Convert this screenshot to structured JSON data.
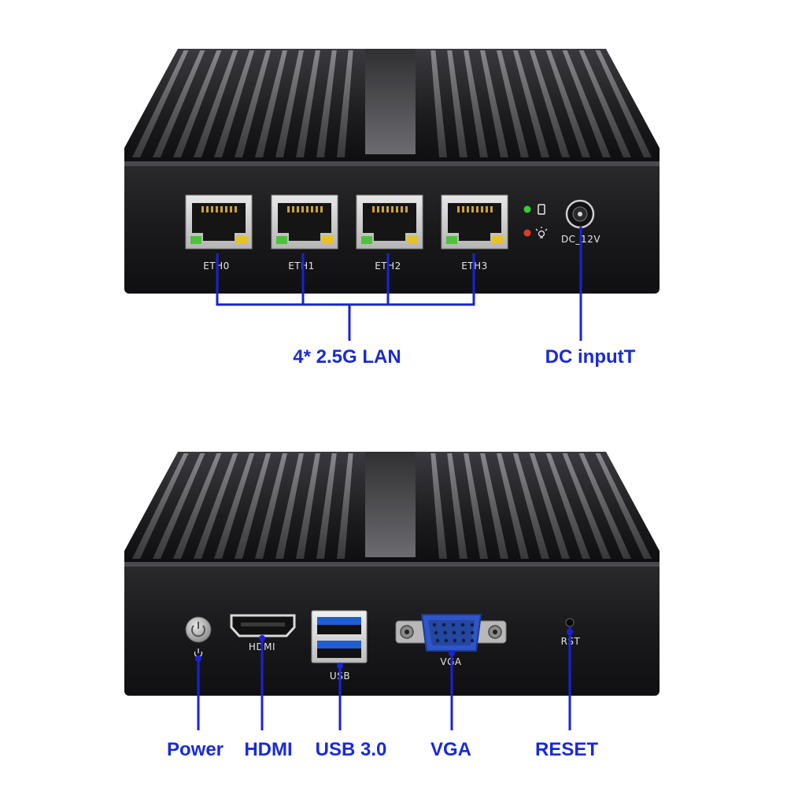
{
  "top_view": {
    "ports": [
      {
        "name": "eth0",
        "label": "ETH0"
      },
      {
        "name": "eth1",
        "label": "ETH1"
      },
      {
        "name": "eth2",
        "label": "ETH2"
      },
      {
        "name": "eth3",
        "label": "ETH3"
      }
    ],
    "dc_port_label": "DC_12V",
    "callouts": {
      "lan": "4* 2.5G LAN",
      "dc": "DC inputT"
    },
    "led_colors": {
      "power_led": "#39c93c",
      "activity_led": "#e03a2d"
    }
  },
  "bottom_view": {
    "port_labels": {
      "hdmi": "HDMI",
      "usb": "USB",
      "vga": "VGA",
      "reset": "RST"
    },
    "callouts": {
      "power": "Power",
      "hdmi": "HDMI",
      "usb": "USB 3.0",
      "vga": "VGA",
      "reset": "RESET"
    }
  },
  "colors": {
    "callout_blue": "#1a22d8",
    "chassis": "#1b1b1d",
    "usb_blue": "#1f5fd0",
    "vga_blue": "#2f55c8"
  }
}
